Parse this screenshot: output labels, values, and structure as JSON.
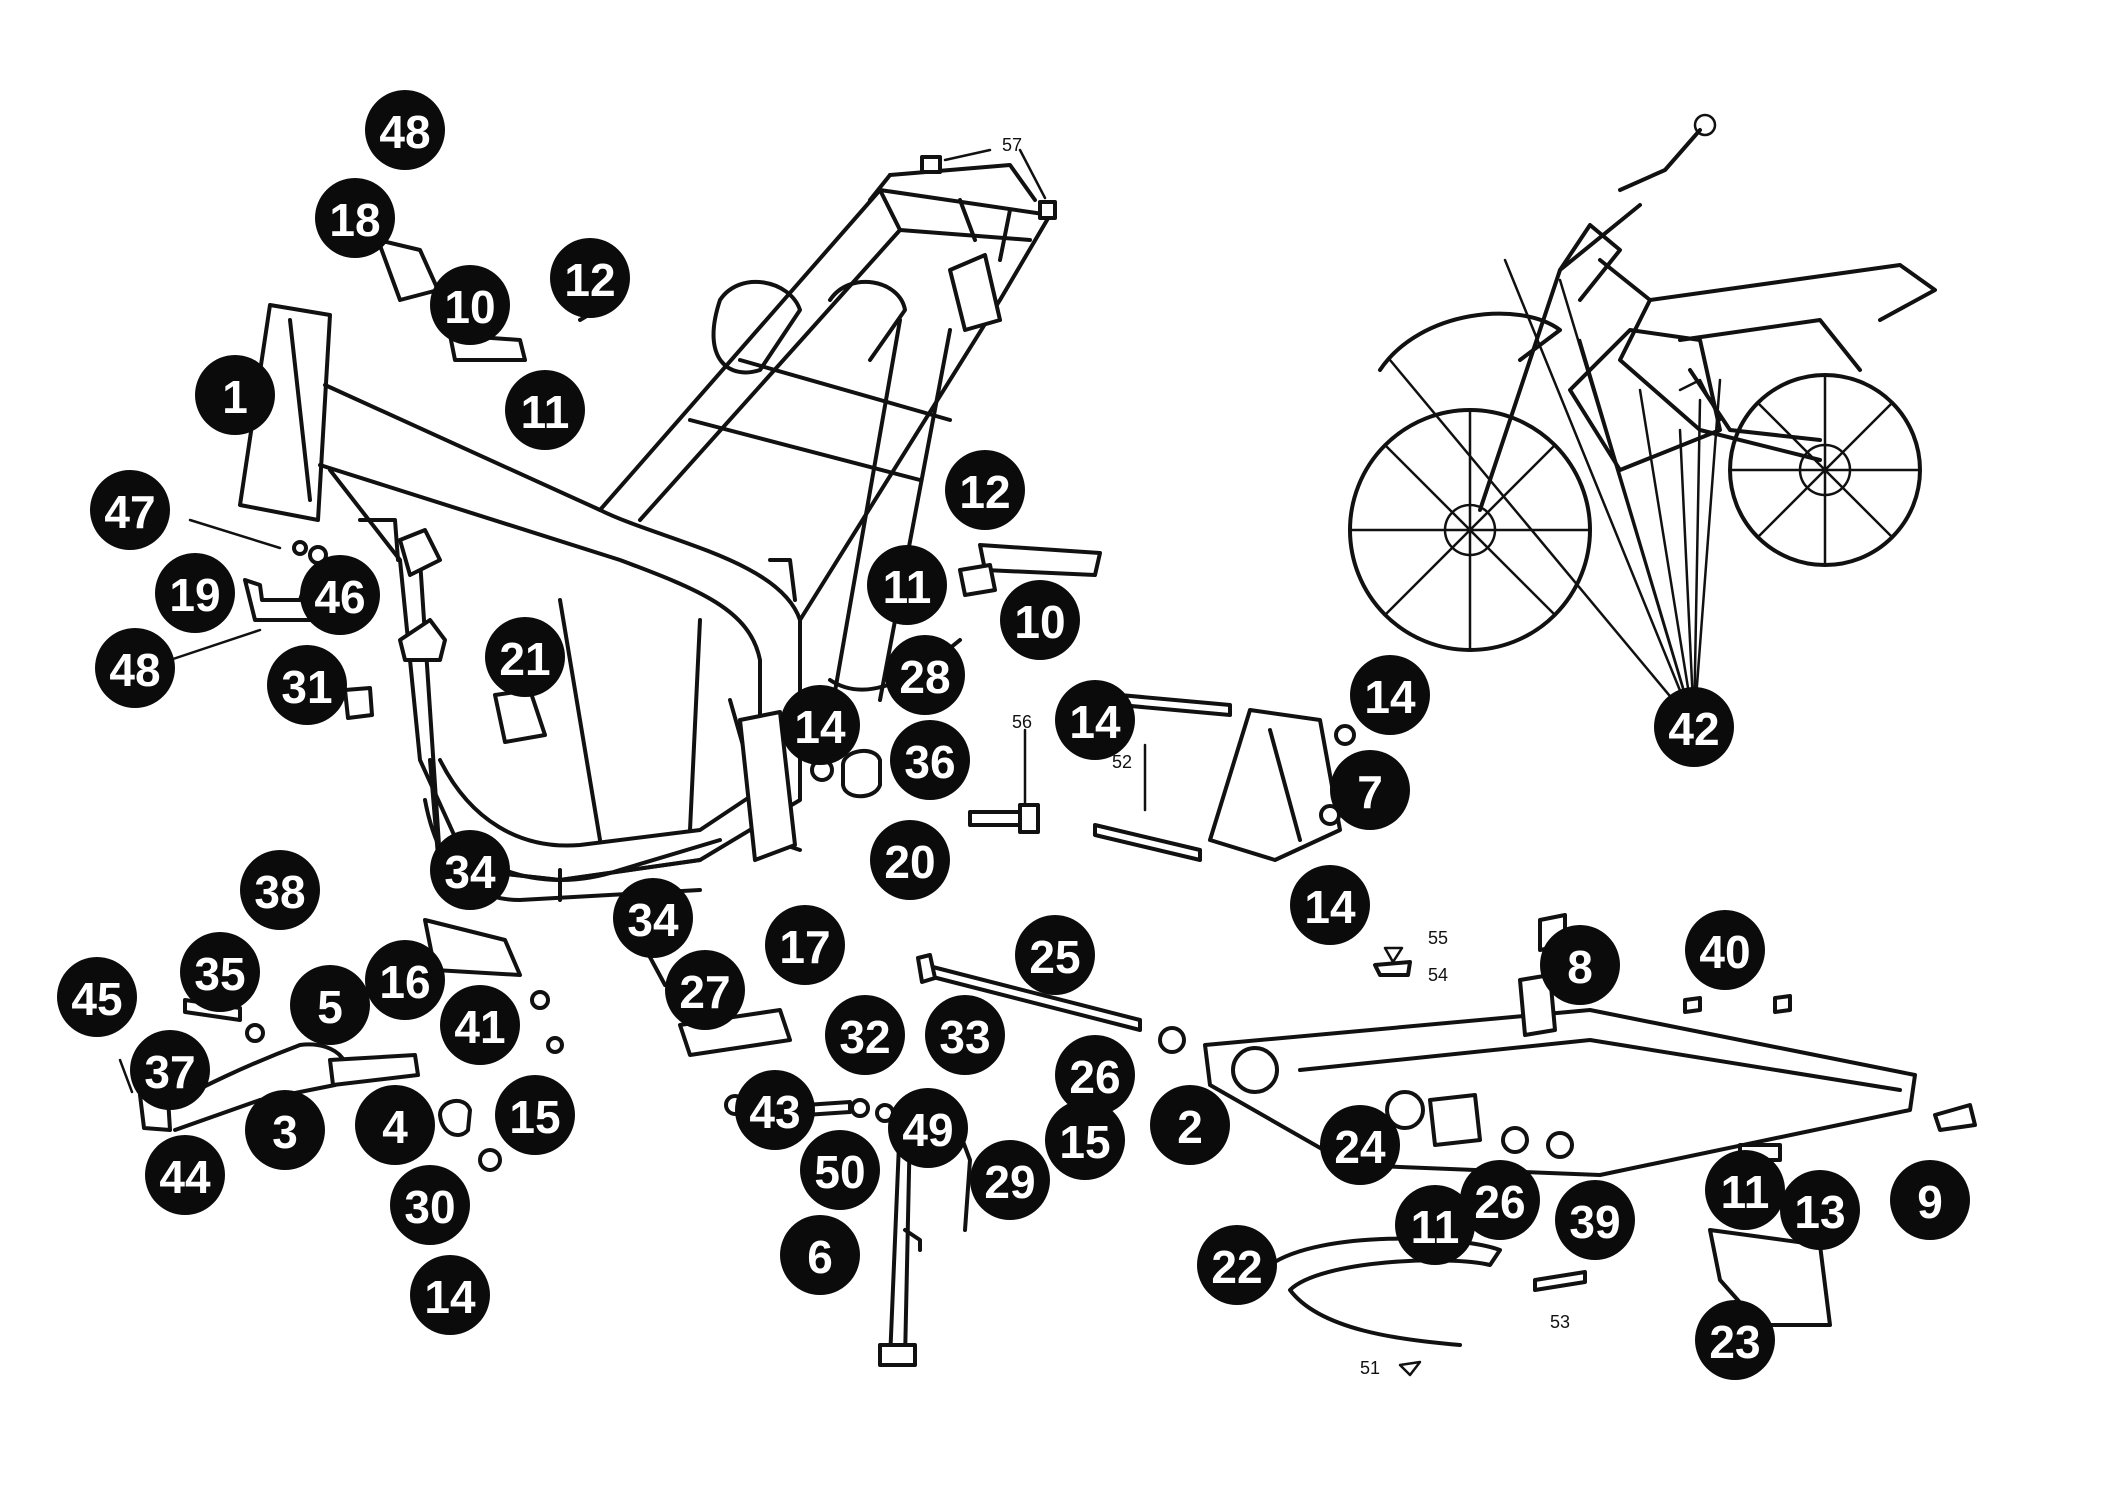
{
  "callouts": [
    "1",
    "2",
    "3",
    "4",
    "5",
    "6",
    "7",
    "8",
    "9",
    "10",
    "10",
    "11",
    "11",
    "11",
    "11",
    "12",
    "12",
    "13",
    "14",
    "14",
    "14",
    "14",
    "14",
    "15",
    "15",
    "16",
    "17",
    "18",
    "19",
    "20",
    "21",
    "22",
    "23",
    "24",
    "25",
    "26",
    "26",
    "27",
    "28",
    "29",
    "30",
    "31",
    "32",
    "33",
    "34",
    "34",
    "35",
    "36",
    "37",
    "38",
    "39",
    "40",
    "41",
    "42",
    "43",
    "44",
    "45",
    "46",
    "47",
    "48",
    "48",
    "49",
    "50"
  ],
  "small_labels": [
    "57",
    "56",
    "52",
    "55",
    "54",
    "53",
    "51"
  ],
  "colors": {
    "ink": "#111111",
    "callout_fill": "#0b0b0b",
    "callout_text": "#ffffff",
    "background": "#ffffff"
  }
}
